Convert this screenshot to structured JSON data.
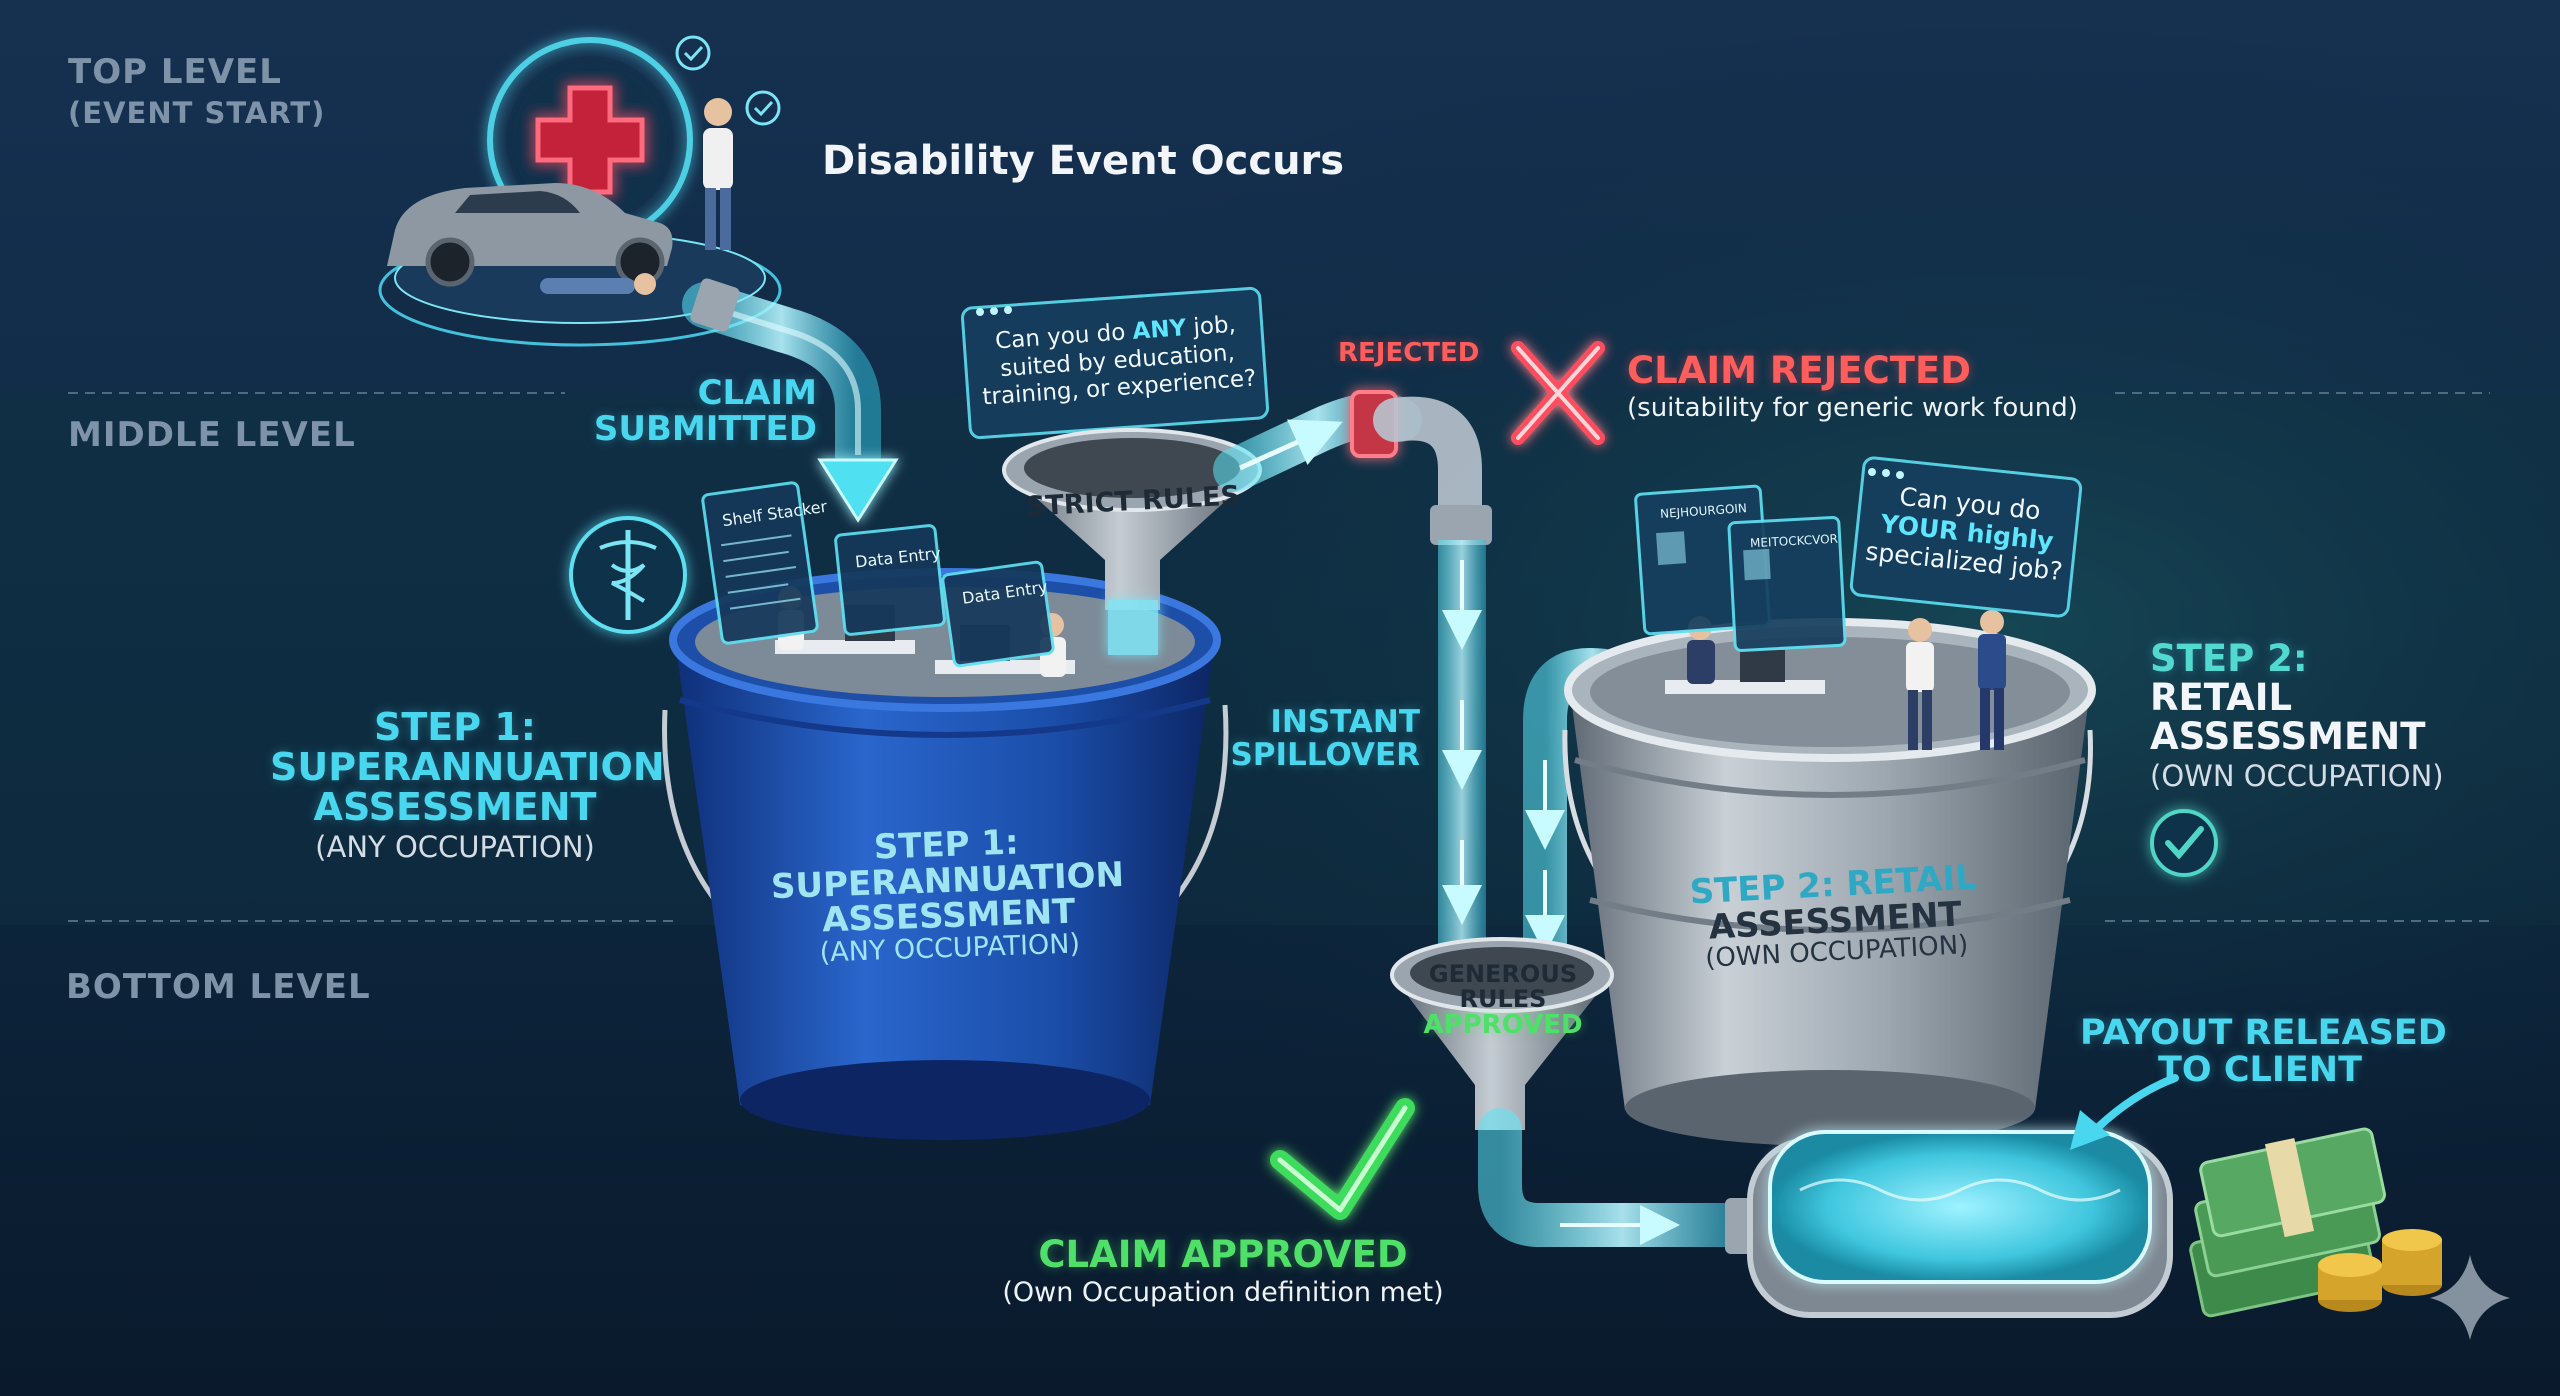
{
  "levels": {
    "top": "TOP LEVEL",
    "top_sub": "(EVENT START)",
    "middle": "MIDDLE LEVEL",
    "bottom": "BOTTOM LEVEL"
  },
  "event": {
    "title": "Disability Event Occurs"
  },
  "claim_submitted": {
    "line1": "CLAIM",
    "line2": "SUBMITTED"
  },
  "step1_side": {
    "line1": "STEP 1:",
    "line2": "SUPERANNUATION",
    "line3": "ASSESSMENT",
    "line4": "(ANY OCCUPATION)"
  },
  "step1_bucket": {
    "line1": "STEP 1:",
    "line2": "SUPERANNUATION",
    "line3": "ASSESSMENT",
    "line4": "(ANY OCCUPATION)"
  },
  "any_job_card": {
    "text_before": "Can you do ",
    "highlight": "ANY",
    "text_after": " job,",
    "line2": "suited by education,",
    "line3": "training, or experience?"
  },
  "job_cards": {
    "shelf": "Shelf Stacker",
    "data1": "Data Entry",
    "data2": "Data Entry"
  },
  "strict_funnel": "STRICT RULES",
  "rejected_tag": "REJECTED",
  "claim_rejected": {
    "title": "CLAIM REJECTED",
    "sub": "(suitability for generic work found)"
  },
  "instant_spillover": {
    "line1": "INSTANT",
    "line2": "SPILLOVER"
  },
  "own_job_card": {
    "line1": "Can you do",
    "highlight": "YOUR highly",
    "line3": "specialized job?"
  },
  "resume_cards": {
    "card1": "NEJHOURGOIN",
    "card2": "MEITOCKCVOR"
  },
  "step2_side": {
    "line1": "STEP 2:",
    "line2": "RETAIL",
    "line3": "ASSESSMENT",
    "line4": "(OWN OCCUPATION)"
  },
  "step2_bucket": {
    "line1": "STEP 2: RETAIL",
    "line2": "ASSESSMENT",
    "line3": "(OWN OCCUPATION)"
  },
  "generous_funnel": {
    "line1": "GENEROUS",
    "line2": "RULES",
    "line3": "APPROVED"
  },
  "claim_approved": {
    "title": "CLAIM APPROVED",
    "sub": "(Own Occupation definition met)"
  },
  "payout": {
    "line1": "PAYOUT RELEASED",
    "line2": "TO CLIENT"
  },
  "colors": {
    "background": "#0b1f33",
    "accent_cyan": "#49d6ef",
    "reject_red": "#ff5c5c",
    "approve_green": "#4fe06a",
    "bucket_blue": "#1f56b5",
    "bucket_silver": "#9aa4ae"
  },
  "icons": {
    "medical": "medical-cross-icon",
    "caduceus": "caduceus-icon",
    "reject": "x-mark-icon",
    "approve": "checkmark-icon",
    "sparkle": "sparkle-icon"
  }
}
